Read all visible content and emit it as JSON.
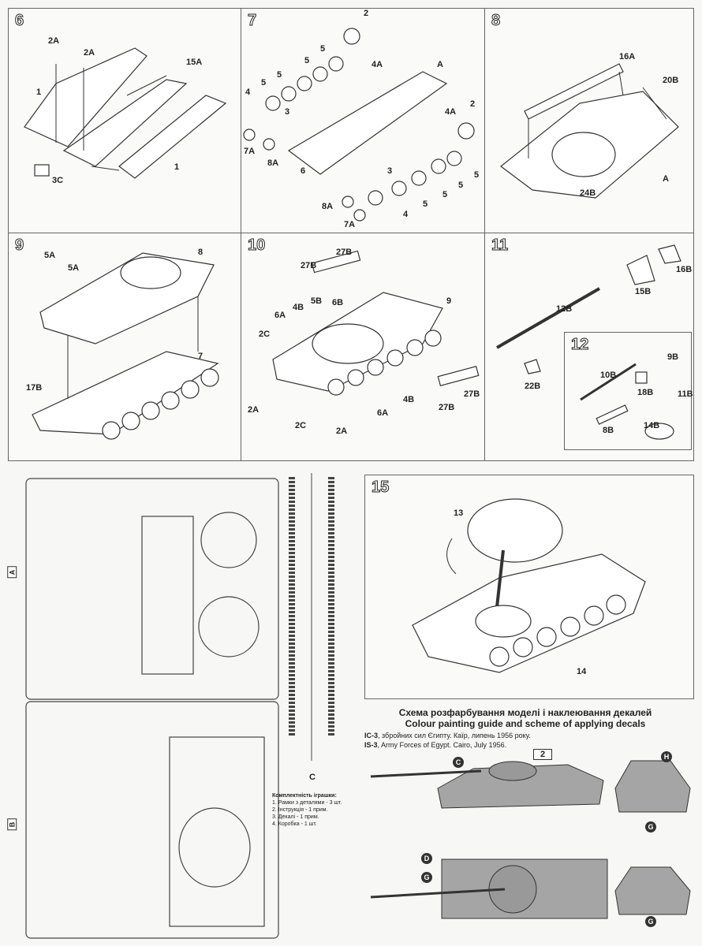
{
  "steps": {
    "s6": {
      "number": "6",
      "labels": [
        "2A",
        "2A",
        "1",
        "15A",
        "3C",
        "1"
      ]
    },
    "s7": {
      "number": "7",
      "labels": [
        "2",
        "A",
        "4A",
        "4A",
        "2",
        "4",
        "5",
        "5",
        "5",
        "5",
        "3",
        "3",
        "7A",
        "8A",
        "6",
        "8A",
        "7A",
        "4",
        "5",
        "5",
        "5",
        "5"
      ]
    },
    "s8": {
      "number": "8",
      "labels": [
        "16A",
        "20B",
        "A",
        "24B"
      ]
    },
    "s9": {
      "number": "9",
      "labels": [
        "5A",
        "5A",
        "8",
        "17B",
        "7"
      ]
    },
    "s10": {
      "number": "10",
      "labels": [
        "27B",
        "27B",
        "4B",
        "5B",
        "6B",
        "6A",
        "2C",
        "9",
        "2A",
        "2C",
        "2A",
        "6A",
        "4B",
        "27B",
        "27B"
      ]
    },
    "s11": {
      "number": "11",
      "labels": [
        "16B",
        "15B",
        "12B",
        "22B"
      ]
    },
    "s12": {
      "number": "12",
      "labels": [
        "9B",
        "10B",
        "18B",
        "11B",
        "8B",
        "14B"
      ]
    },
    "s15": {
      "number": "15",
      "labels": [
        "13",
        "14"
      ]
    }
  },
  "sprues": {
    "a": "A",
    "b": "B",
    "c": "C"
  },
  "kit_contents": {
    "title": "Комплектність іграшки:",
    "items": [
      "1. Рамки з деталями - 3 шт.",
      "2. Інструкція - 1 прим.",
      "3. Декалі - 1 прим.",
      "4. Коробка - 1 шт."
    ]
  },
  "colour_guide": {
    "title_ua": "Схема розфарбування моделі і наклеювання декалей",
    "title_en": "Colour painting guide and scheme of applying decals",
    "caption_ua_bold": "IC-3",
    "caption_ua": ", збройних сил Єгипту. Каїр, липень 1956 року.",
    "caption_en_bold": "IS-3",
    "caption_en": ", Army Forces of Egypt. Cairo, July 1956.",
    "markers": [
      "C",
      "2",
      "H",
      "G",
      "D",
      "G",
      "G"
    ]
  },
  "colors": {
    "line": "#333333",
    "paper": "#f7f7f5",
    "tank": "#9a9a9a"
  }
}
